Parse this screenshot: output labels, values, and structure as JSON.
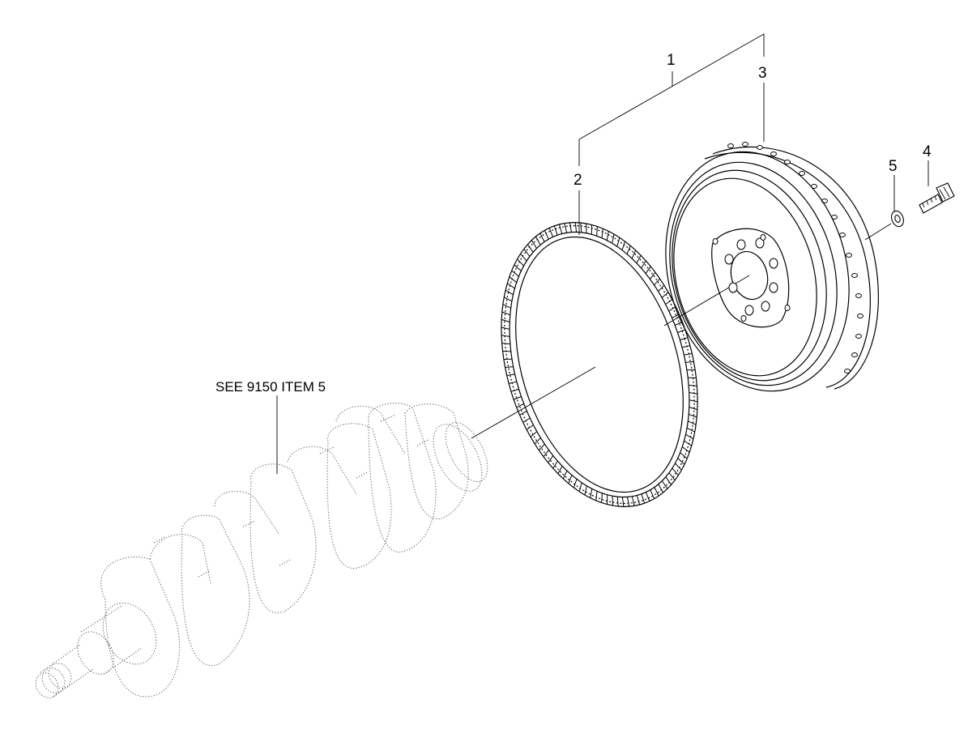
{
  "diagram": {
    "callouts": [
      {
        "id": "1",
        "text": "1"
      },
      {
        "id": "2",
        "text": "2"
      },
      {
        "id": "3",
        "text": "3"
      },
      {
        "id": "4",
        "text": "4"
      },
      {
        "id": "5",
        "text": "5"
      }
    ],
    "reference_note": "SEE 9150 ITEM 5",
    "parts": {
      "crankshaft": "crankshaft",
      "ring_gear": "ring-gear",
      "flywheel": "flywheel",
      "washer": "washer",
      "bolt": "bolt"
    }
  }
}
